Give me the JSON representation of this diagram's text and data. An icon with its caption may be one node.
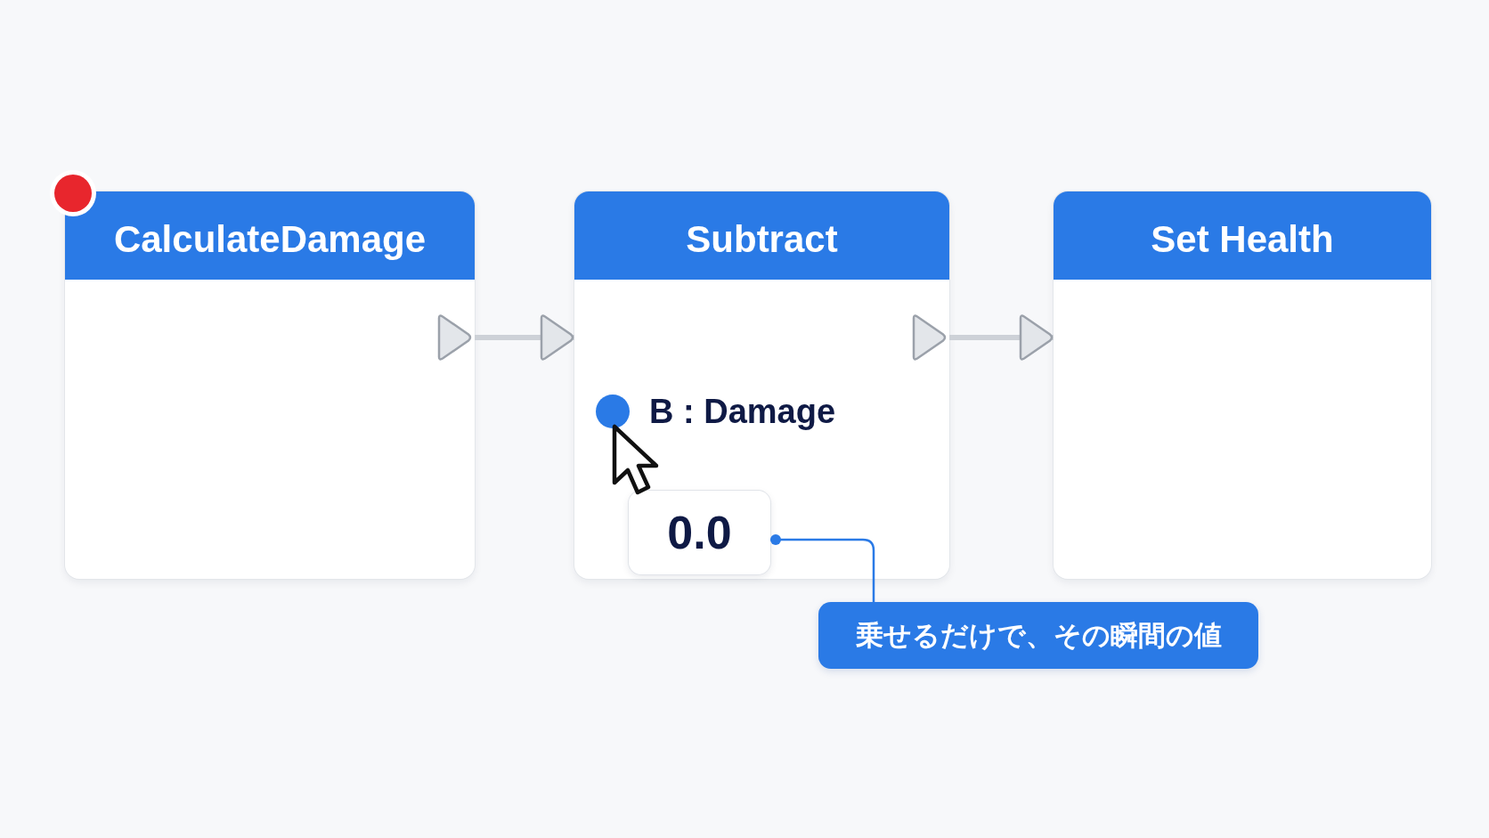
{
  "diagram": {
    "nodes": [
      {
        "text": [
          "CalculateDamage"
        ]
      },
      {
        "text": [
          "Subtract",
          "B : Damage"
        ]
      },
      {
        "text": [
          "Set Health"
        ]
      },
      {
        "text": [
          "0.0"
        ],
        "in": 1
      },
      {
        "text": [
          "乗せるだけで、その瞬間の値"
        ]
      }
    ],
    "edges": [
      {
        "from": 0,
        "to": 1,
        "arrow": "to"
      },
      {
        "from": 1,
        "to": 2,
        "arrow": "to"
      },
      {
        "from": 4,
        "to": 3,
        "arrow": "other",
        "color": "#2a7ae6"
      }
    ]
  }
}
